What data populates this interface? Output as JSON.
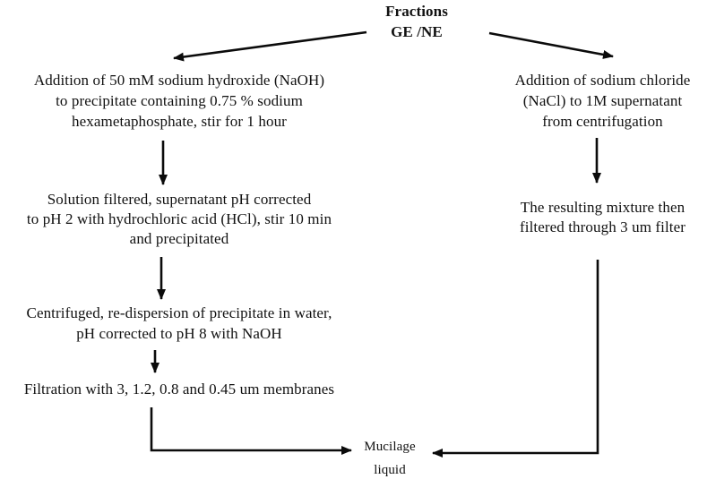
{
  "page": {
    "background": "#ffffff",
    "text_color": "#111111",
    "arrow_color": "#0b0b0b"
  },
  "flowchart": {
    "title": "Fractions\nGE /NE",
    "left_branch": {
      "step1": "Addition of 50 mM sodium hydroxide (NaOH)\nto precipitate containing 0.75 % sodium\nhexametaphosphate, stir for 1 hour",
      "step2": "Solution filtered, supernatant pH corrected\nto pH 2 with hydrochloric acid (HCl), stir 10 min\nand precipitated",
      "step3": "Centrifuged, re-dispersion of precipitate in water,\npH corrected to pH 8 with NaOH",
      "step4": "Filtration with 3, 1.2, 0.8 and 0.45 um membranes"
    },
    "right_branch": {
      "step1": "Addition of sodium chloride\n(NaCl) to 1M supernatant\nfrom centrifugation",
      "step2": "The resulting mixture then\nfiltered through 3 um filter"
    },
    "result": "Mucilage\nliquid"
  }
}
